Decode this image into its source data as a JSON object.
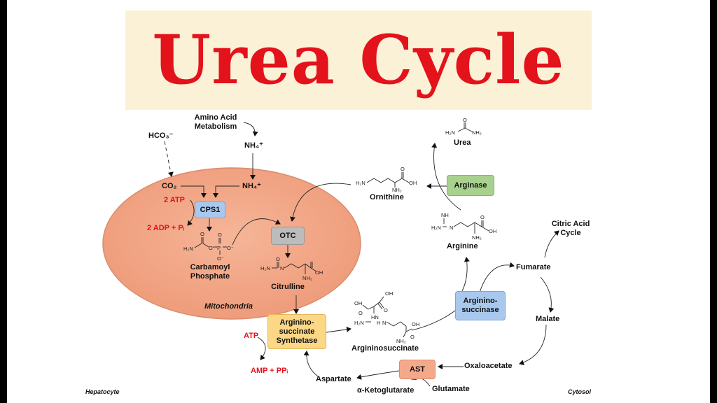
{
  "title": "Urea Cycle",
  "labels": {
    "amino_acid": "Amino Acid\nMetabolism",
    "nh4_top": "NH₄⁺",
    "hco3": "HCO₃⁻",
    "co2": "CO₂",
    "nh4_mito": "NH₄⁺",
    "atp2": "2 ATP",
    "adp2": "2 ADP + Pᵢ",
    "carbamoyl": "Carbamoyl\nPhosphate",
    "citrulline": "Citrulline",
    "mitochondria": "Mitochondria",
    "ornithine": "Ornithine",
    "urea": "Urea",
    "arginine": "Arginine",
    "citric_acid": "Citric Acid\nCycle",
    "fumarate": "Fumarate",
    "malate": "Malate",
    "oxaloacetate": "Oxaloacetate",
    "glutamate": "Glutamate",
    "aketoglutarate": "α-Ketoglutarate",
    "aspartate": "Aspartate",
    "argininosuccinate": "Argininosuccinate",
    "atp": "ATP",
    "amp": "AMP + PPᵢ",
    "hepatocyte": "Hepatocyte",
    "cytosol": "Cytosol"
  },
  "enzymes": {
    "cps1": "CPS1",
    "otc": "OTC",
    "arginase": "Arginase",
    "ass": "Arginino-\nsuccinate\nSynthetase",
    "asl": "Arginino-\nsuccinase",
    "ast": "AST"
  },
  "chem": {
    "h2n": "H₂N",
    "nh2": "NH₂",
    "oh": "OH",
    "o": "O",
    "o_minus": "O⁻",
    "p": "P",
    "hn": "HN",
    "h": "H",
    "n": "N",
    "nh": "NH"
  },
  "colors": {
    "title_red": "#e3121b",
    "banner_bg": "#fbf1d6",
    "mito_fill": "#f4a98b",
    "cps1_box": "#a9c8ee",
    "otc_box": "#bcbcbc",
    "arginase_box": "#a9d18e",
    "ass_box": "#fbd786",
    "asl_box": "#a9c8ee",
    "ast_box": "#f4a98b"
  }
}
